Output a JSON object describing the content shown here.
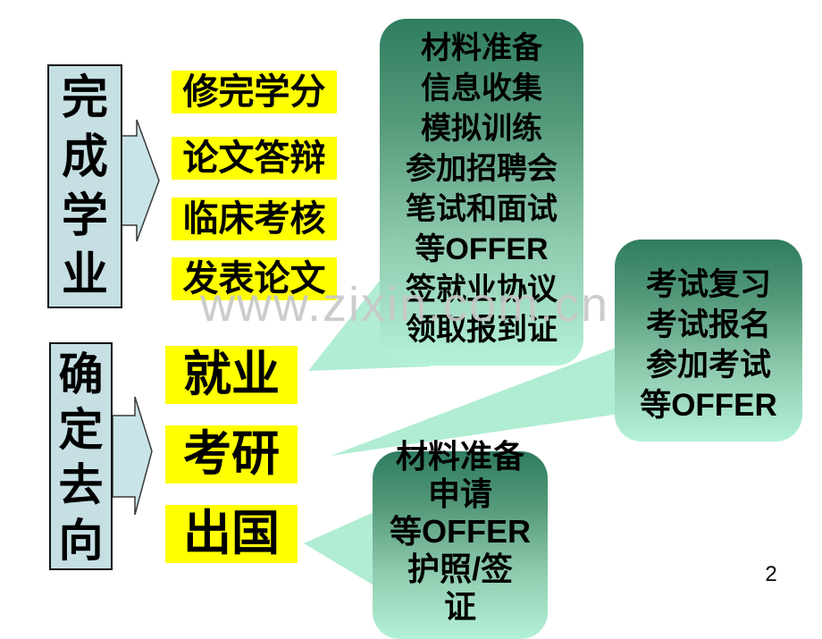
{
  "slide": {
    "watermark": "www.zixin.com.cn",
    "page_number": "2"
  },
  "stage1": {
    "label": "完成学业",
    "steps": [
      "修完学分",
      "论文答辩",
      "临床考核",
      "发表论文"
    ],
    "callout_lines": [
      "材料准备",
      "信息收集",
      "模拟训练",
      "参加招聘会",
      "笔试和面试",
      "等OFFER",
      "签就业协议",
      "领取报到证"
    ]
  },
  "stage2": {
    "label": "确定去向",
    "options": [
      "就业",
      "考研",
      "出国"
    ],
    "kaoyan_callout_lines": [
      "考试复习",
      "考试报名",
      "参加考试",
      "等OFFER"
    ],
    "chuguo_callout_lines": [
      "材料准备",
      "申请",
      "等OFFER",
      "护照/签证"
    ]
  },
  "colors": {
    "stage_box_fill": "#c5dfe3",
    "highlight_yellow": "#ffff00",
    "callout_green_dark": "#2f7d5f",
    "callout_green_light": "#b4f2d8",
    "tail_green": "#b0edd2",
    "watermark_gray": "#c7c9c8"
  }
}
